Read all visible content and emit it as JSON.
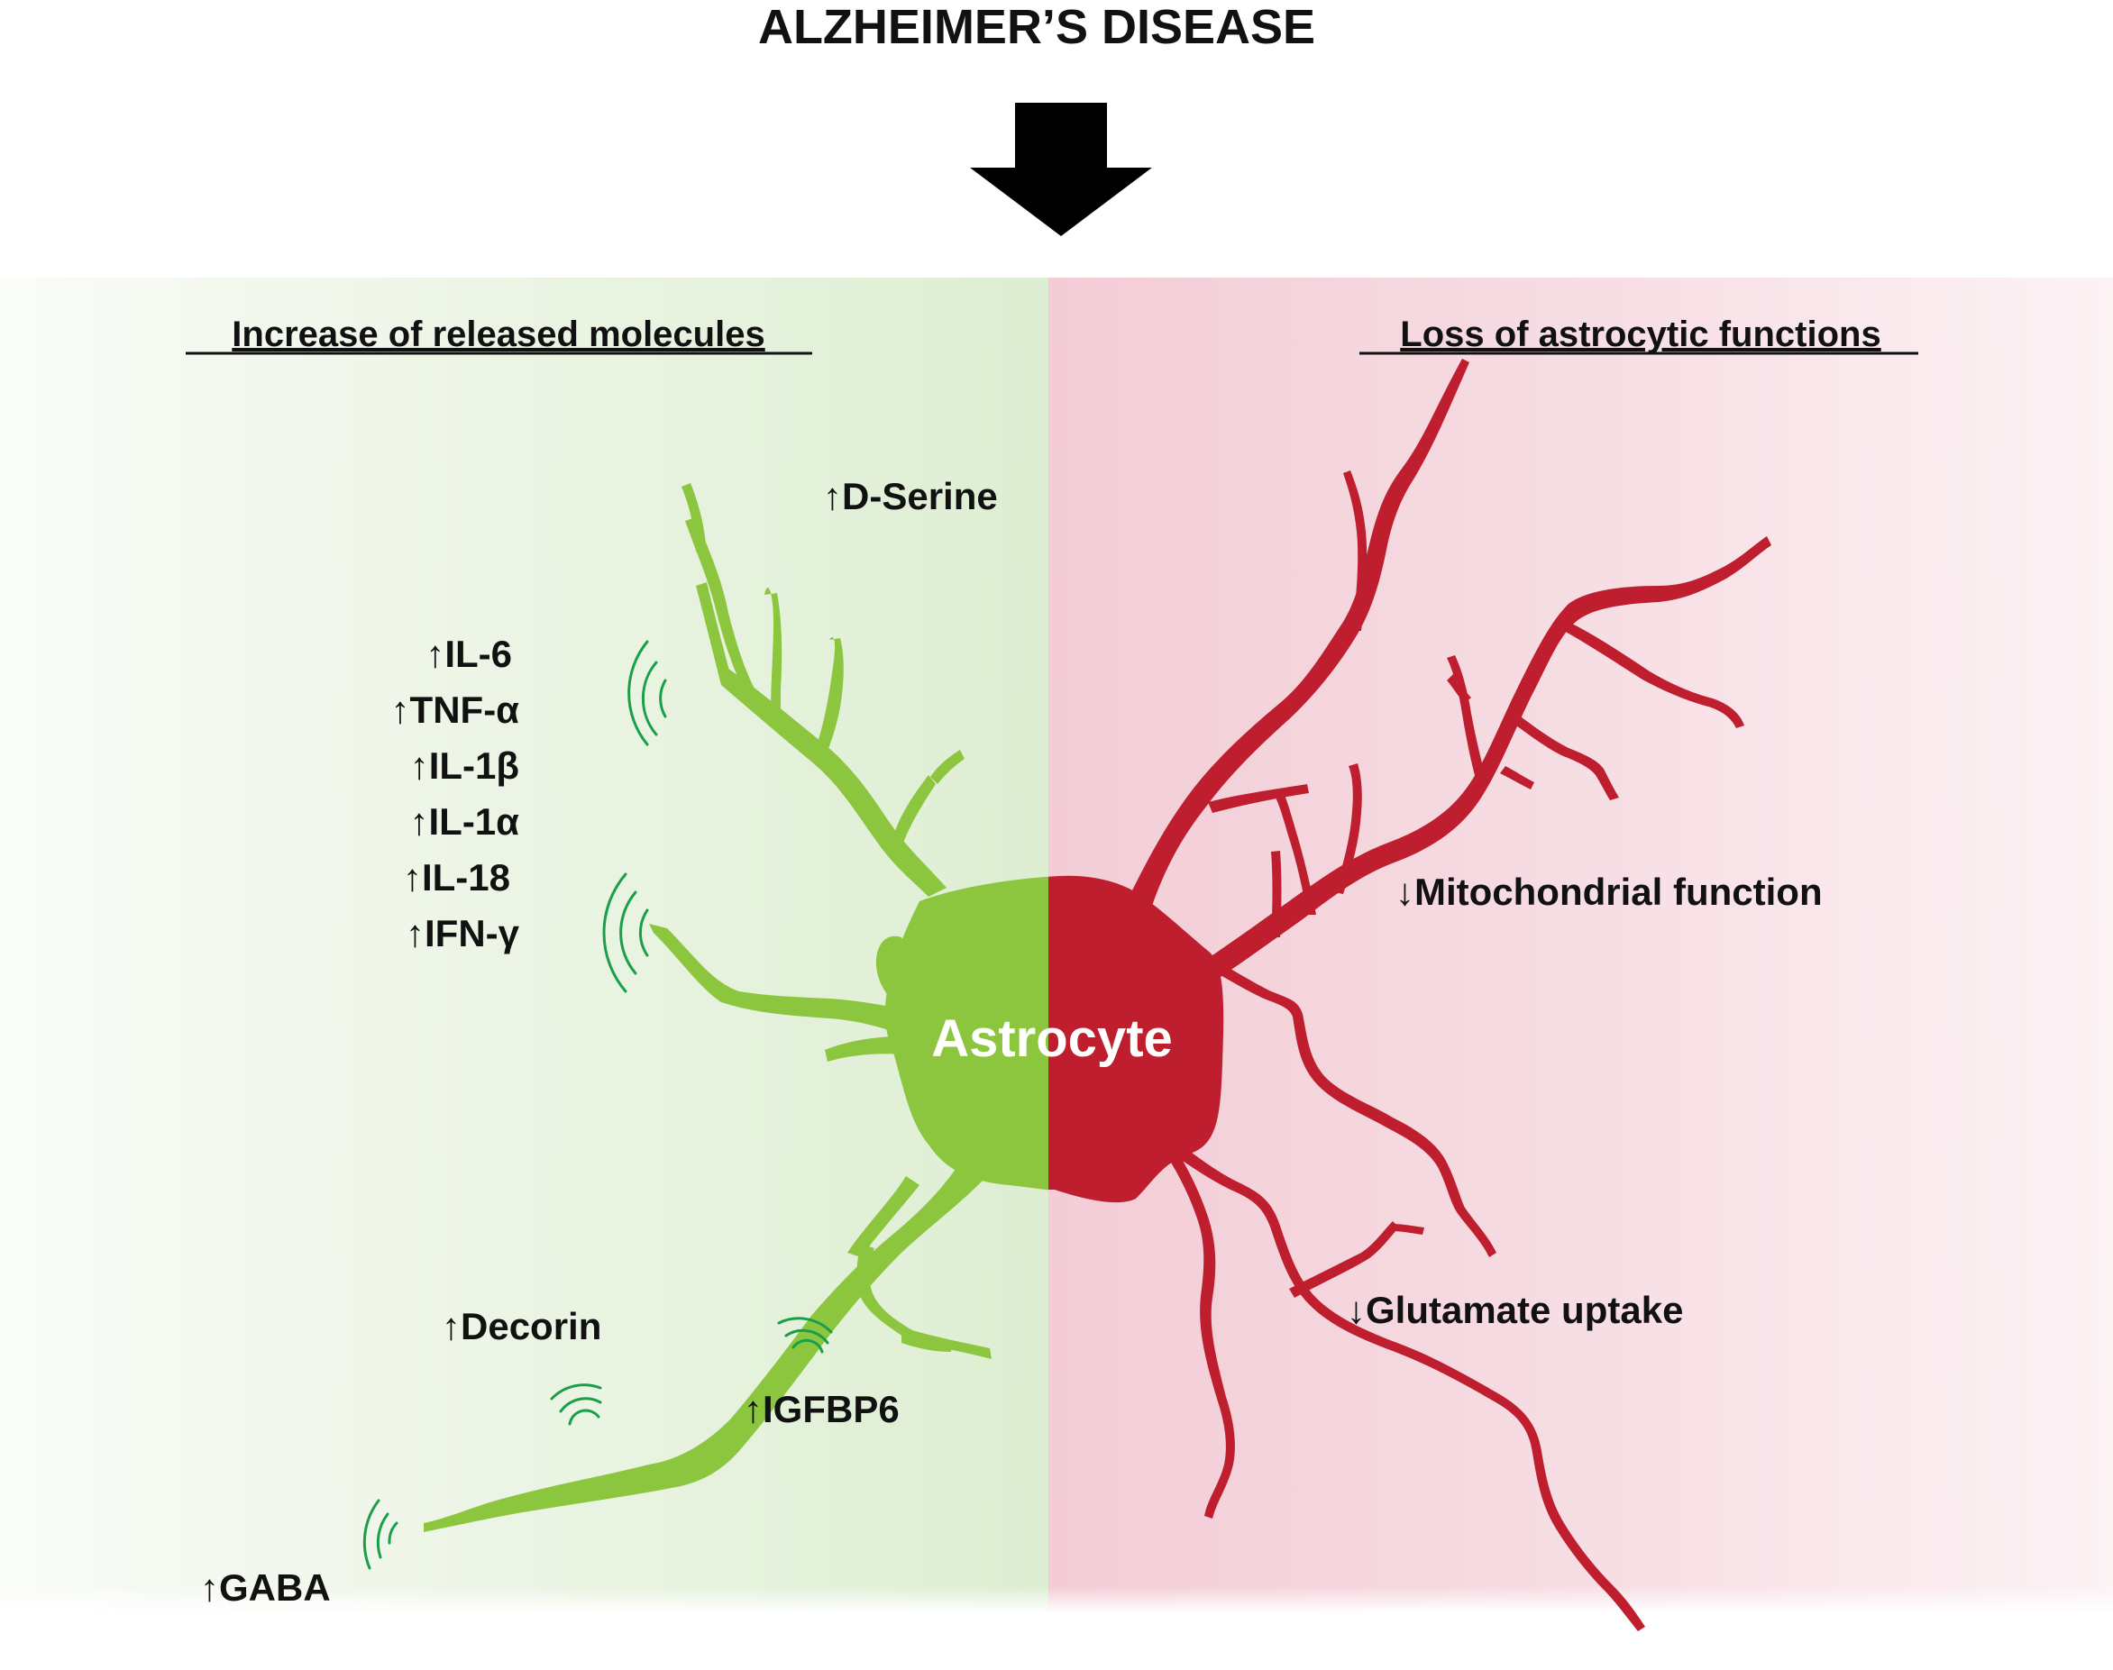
{
  "title": "ALZHEIMER’S DISEASE",
  "left_panel": {
    "heading": "Increase of released molecules",
    "molecules": [
      "↑D-Serine",
      "↑IL-6",
      "↑TNF-α",
      "↑IL-1β",
      "↑IL-1α",
      "↑IL-18",
      "↑IFN-γ",
      "↑Decorin",
      "↑IGFBP6",
      "↑GABA"
    ]
  },
  "right_panel": {
    "heading": "Loss of astrocytic functions",
    "functions": [
      "↓Mitochondrial function",
      "↓Glutamate uptake"
    ]
  },
  "cell_label": "Astrocyte",
  "colors": {
    "green_cell": "#8cc63f",
    "red_cell": "#be1e2d",
    "signal_wave": "#1a9e4a",
    "panel_green": "#e0efd6",
    "panel_red": "#f4d2da",
    "arrow": "#000000"
  }
}
